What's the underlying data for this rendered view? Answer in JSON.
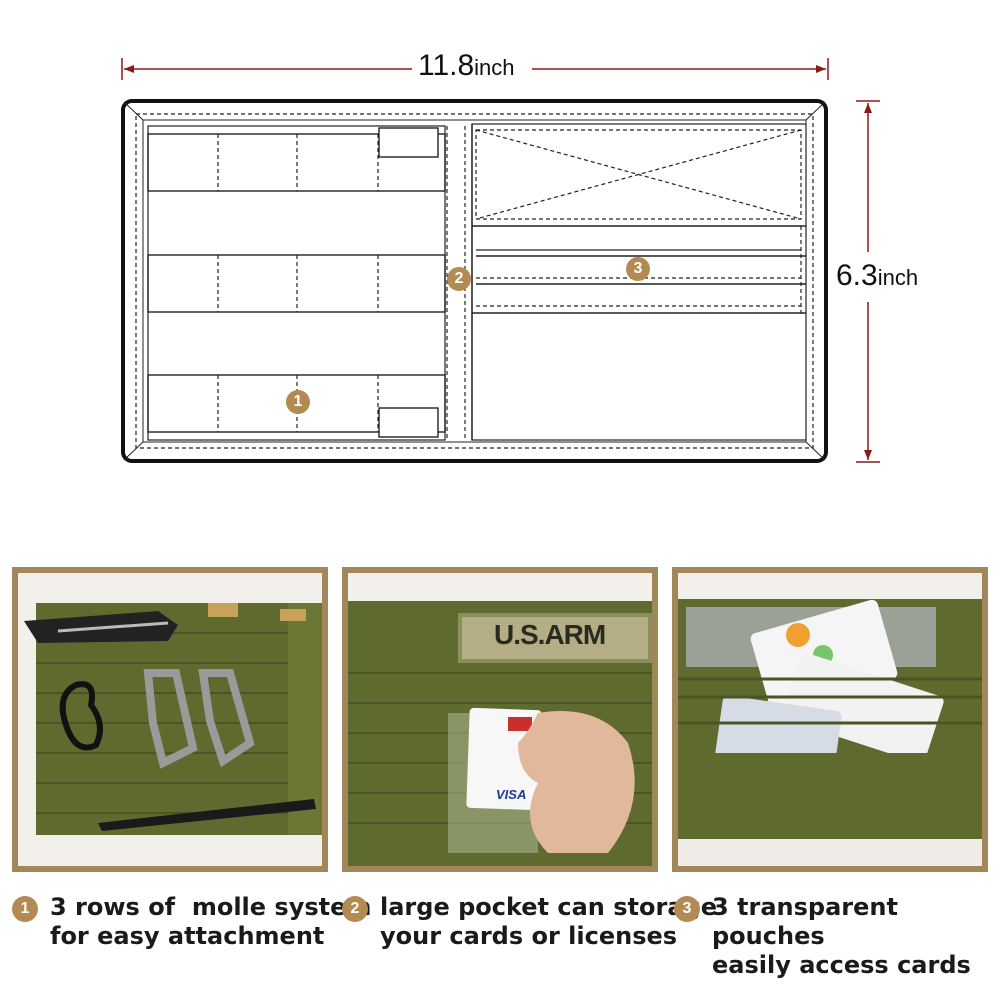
{
  "dimensions": {
    "width_value": "11.8",
    "width_unit": "inch",
    "height_value": "6.3",
    "height_unit": "inch"
  },
  "diagram_markers": [
    "1",
    "2",
    "3"
  ],
  "colors": {
    "dimension_line": "#8b1a1a",
    "badge": "#b38a52",
    "frame": "#a2875a",
    "olive": "#5f6b2e"
  },
  "photos": {
    "patch_text": "U.S.ARM",
    "card_brand": "VISA"
  },
  "captions": [
    {
      "number": "1",
      "line1": "3 rows of  molle system",
      "line2": "for easy attachment"
    },
    {
      "number": "2",
      "line1": "large pocket can storage",
      "line2": "your cards or licenses"
    },
    {
      "number": "3",
      "line1": "3 transparent pouches",
      "line2": "easily access cards"
    }
  ]
}
